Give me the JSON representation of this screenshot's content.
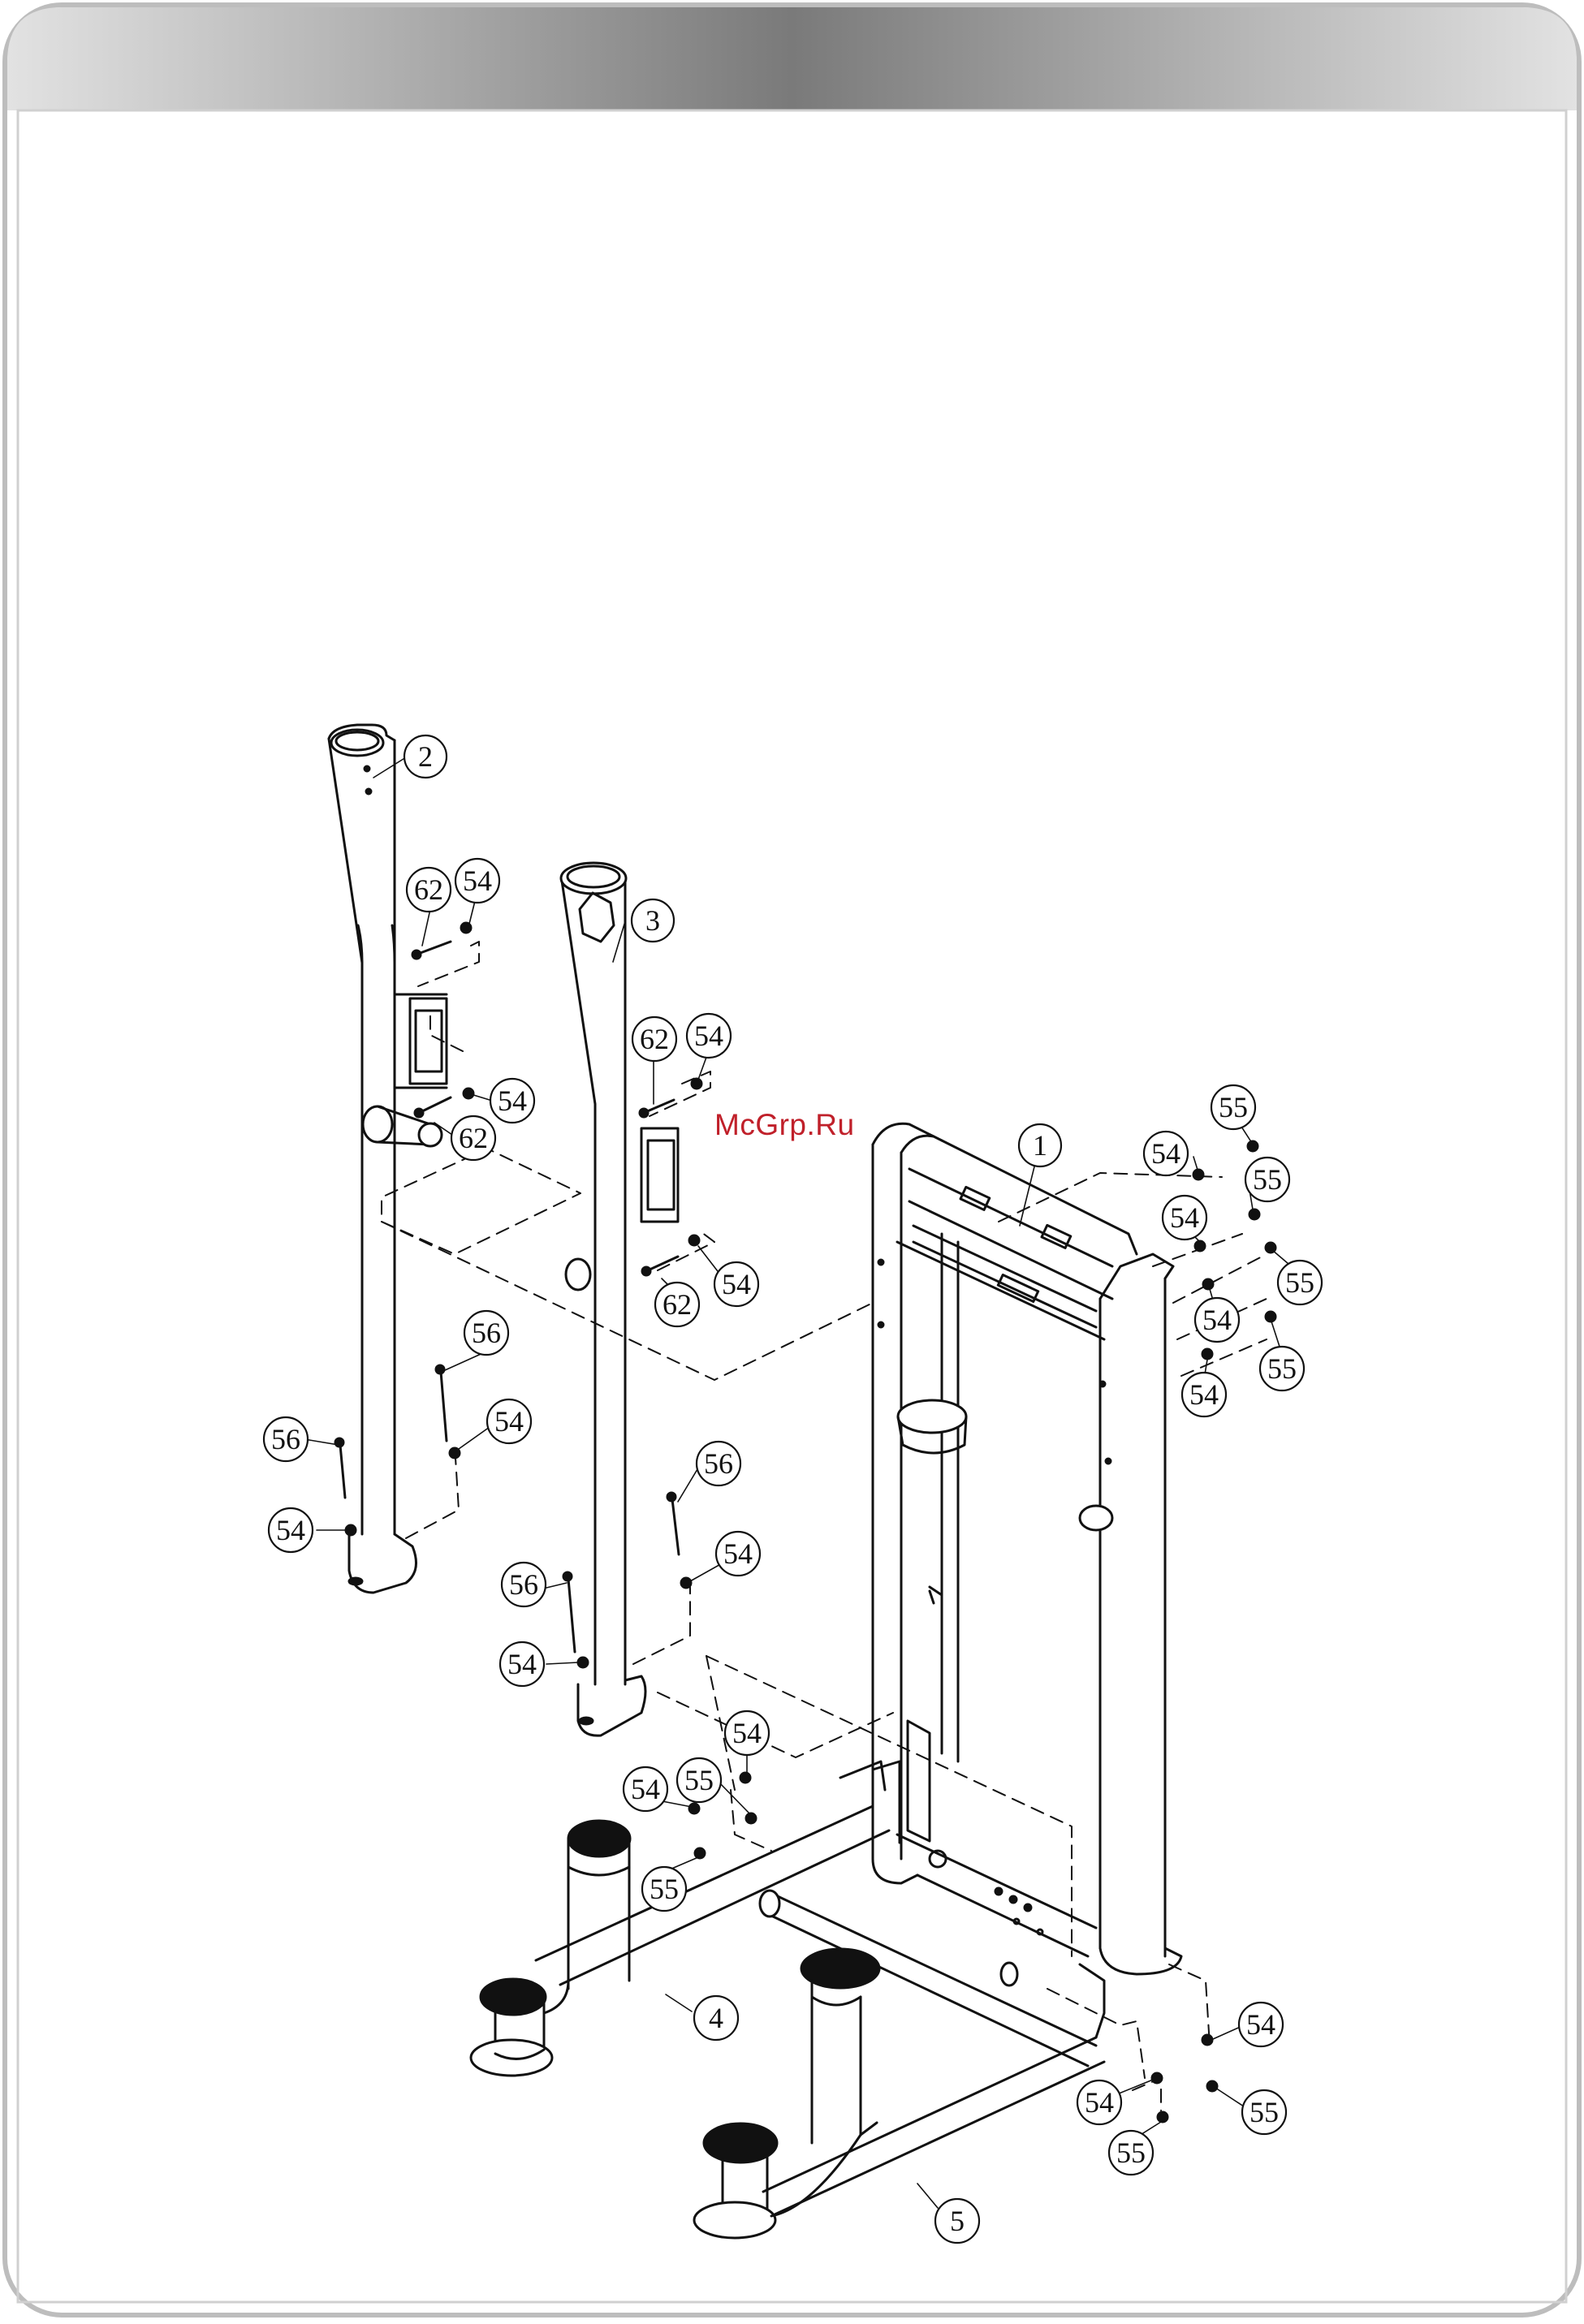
{
  "watermark": "McGrp.Ru",
  "colors": {
    "header_gradient_mid": "#7a7a7a",
    "header_gradient_edge": "#e2e2e2",
    "frame_border": "#bdbdbd",
    "ink": "#111111",
    "watermark": "#c0202a"
  },
  "callouts": [
    {
      "id": "c1",
      "label": "1"
    },
    {
      "id": "c2",
      "label": "2"
    },
    {
      "id": "c3",
      "label": "3"
    },
    {
      "id": "c4",
      "label": "4"
    },
    {
      "id": "c5",
      "label": "5"
    },
    {
      "id": "c62a",
      "label": "62"
    },
    {
      "id": "c54a",
      "label": "54"
    },
    {
      "id": "c54b",
      "label": "54"
    },
    {
      "id": "c62b",
      "label": "62"
    },
    {
      "id": "c62c",
      "label": "62"
    },
    {
      "id": "c54c",
      "label": "54"
    },
    {
      "id": "c54d",
      "label": "54"
    },
    {
      "id": "c62d",
      "label": "62"
    },
    {
      "id": "c56a",
      "label": "56"
    },
    {
      "id": "c54e",
      "label": "54"
    },
    {
      "id": "c56b",
      "label": "56"
    },
    {
      "id": "c54f",
      "label": "54"
    },
    {
      "id": "c56c",
      "label": "56"
    },
    {
      "id": "c54g",
      "label": "54"
    },
    {
      "id": "c56d",
      "label": "56"
    },
    {
      "id": "c54h",
      "label": "54"
    },
    {
      "id": "c55a",
      "label": "55"
    },
    {
      "id": "c54i",
      "label": "54"
    },
    {
      "id": "c55b",
      "label": "55"
    },
    {
      "id": "c54j",
      "label": "54"
    },
    {
      "id": "c55c",
      "label": "55"
    },
    {
      "id": "c54k",
      "label": "54"
    },
    {
      "id": "c55d",
      "label": "55"
    },
    {
      "id": "c54l",
      "label": "54"
    },
    {
      "id": "c54m",
      "label": "54"
    },
    {
      "id": "c55e",
      "label": "55"
    },
    {
      "id": "c54n",
      "label": "54"
    },
    {
      "id": "c55f",
      "label": "55"
    },
    {
      "id": "c54o",
      "label": "54"
    },
    {
      "id": "c55g",
      "label": "55"
    },
    {
      "id": "c54p",
      "label": "54"
    },
    {
      "id": "c55h",
      "label": "55"
    }
  ]
}
